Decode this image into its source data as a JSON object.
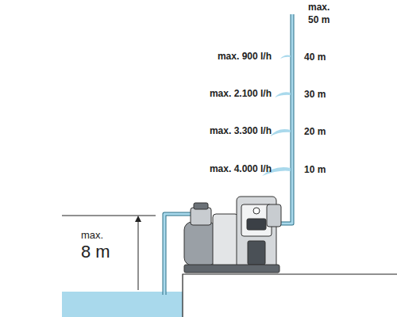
{
  "diagram": {
    "labels": [
      "max.",
      "50 m",
      "max. 900 l/h",
      "40 m",
      "max. 2.100 l/h",
      "30 m",
      "max. 3.300 l/h",
      "20 m",
      "max. 4.000 l/h",
      "10 m",
      "max.",
      "8 m"
    ]
  }
}
